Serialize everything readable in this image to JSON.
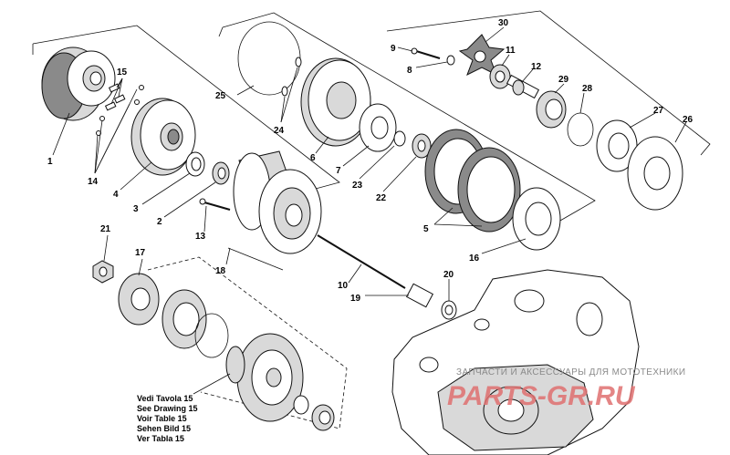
{
  "diagram": {
    "callouts": [
      {
        "id": "1",
        "label": "1"
      },
      {
        "id": "2",
        "label": "2"
      },
      {
        "id": "3",
        "label": "3"
      },
      {
        "id": "4",
        "label": "4"
      },
      {
        "id": "5",
        "label": "5"
      },
      {
        "id": "6",
        "label": "6"
      },
      {
        "id": "7",
        "label": "7"
      },
      {
        "id": "8",
        "label": "8"
      },
      {
        "id": "9",
        "label": "9"
      },
      {
        "id": "10",
        "label": "10"
      },
      {
        "id": "11",
        "label": "11"
      },
      {
        "id": "12",
        "label": "12"
      },
      {
        "id": "13",
        "label": "13"
      },
      {
        "id": "14",
        "label": "14"
      },
      {
        "id": "15",
        "label": "15"
      },
      {
        "id": "16",
        "label": "16"
      },
      {
        "id": "17",
        "label": "17"
      },
      {
        "id": "18",
        "label": "18"
      },
      {
        "id": "19",
        "label": "19"
      },
      {
        "id": "20",
        "label": "20"
      },
      {
        "id": "21",
        "label": "21"
      },
      {
        "id": "22",
        "label": "22"
      },
      {
        "id": "23",
        "label": "23"
      },
      {
        "id": "24",
        "label": "24"
      },
      {
        "id": "25",
        "label": "25"
      },
      {
        "id": "26",
        "label": "26"
      },
      {
        "id": "27",
        "label": "27"
      },
      {
        "id": "28",
        "label": "28"
      },
      {
        "id": "29",
        "label": "29"
      },
      {
        "id": "30",
        "label": "30"
      }
    ],
    "reference_note": [
      "Vedi Tavola 15",
      "See Drawing 15",
      "Voir Table 15",
      "Sehen Bild 15",
      "Ver Tabla 15"
    ],
    "watermark": {
      "caption": "ЗАПЧАСТИ И АКСЕССУАРЫ ДЛЯ МОТОТЕХНИКИ",
      "brand": "PARTS-GR.RU"
    }
  }
}
